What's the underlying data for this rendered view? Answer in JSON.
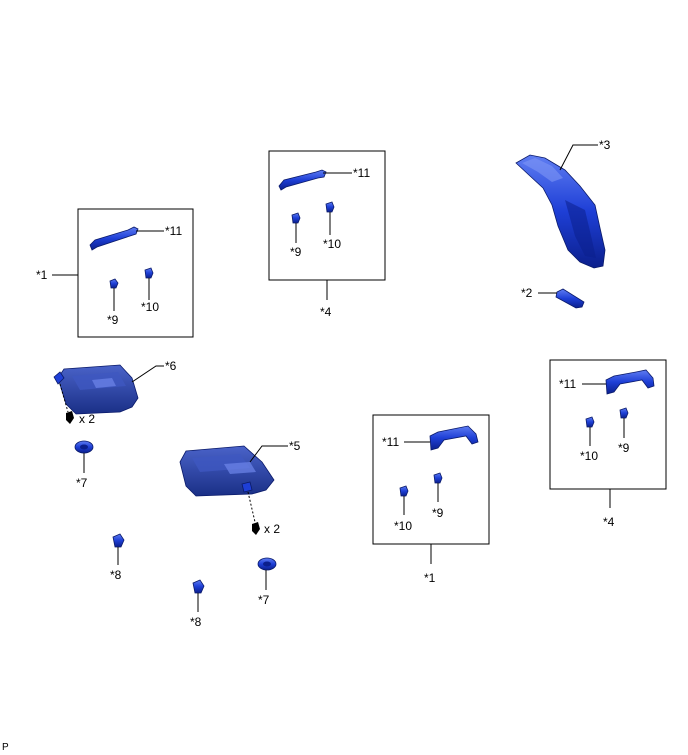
{
  "colors": {
    "part_dark": "#0b1f8c",
    "part_mid": "#1e3fd6",
    "part_light": "#5f7df2",
    "part_body": "#243c9e",
    "line": "#000000"
  },
  "labels": {
    "c1_left": "*1",
    "c1_11": "*11",
    "c1_9": "*9",
    "c1_10": "*10",
    "c4_top": "*4",
    "c4_11": "*11",
    "c4_9": "*9",
    "c4_10": "*10",
    "p3": "*3",
    "p2": "*2",
    "p6": "*6",
    "x2_a": "x 2",
    "p7a": "*7",
    "p8a": "*8",
    "p5": "*5",
    "x2_b": "x 2",
    "p7b": "*7",
    "p8b": "*8",
    "c1b_11": "*11",
    "c1b_10": "*10",
    "c1b_9": "*9",
    "c1b_bottom": "*1",
    "c4b_11": "*11",
    "c4b_10": "*10",
    "c4b_9": "*9",
    "c4b_bottom": "*4"
  },
  "footer": "P"
}
